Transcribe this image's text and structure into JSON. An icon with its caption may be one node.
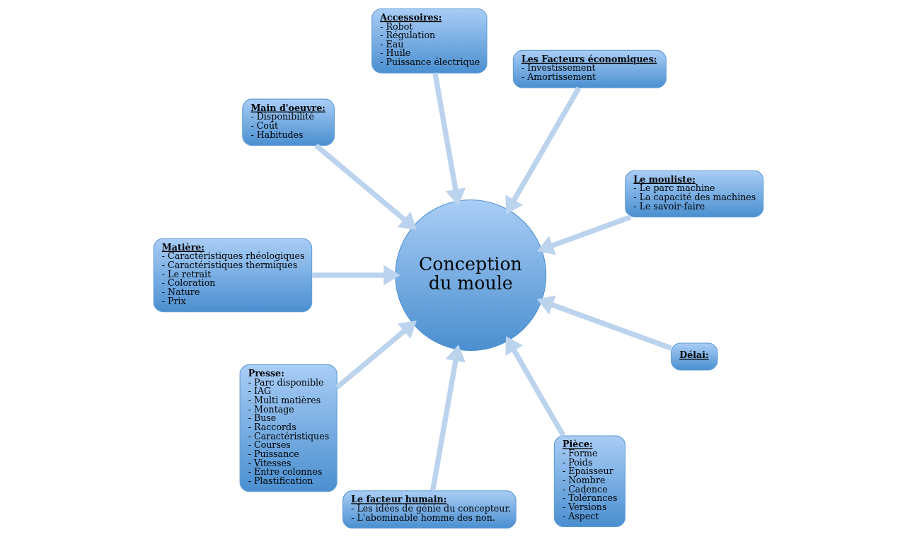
{
  "diagram": {
    "nodes": [
      {
        "text": [
          "Le mouliste:",
          "- Le parc machine",
          "- La capacité des machines",
          "- Le savoir-faire"
        ]
      },
      {
        "text": [
          "Les Facteurs économiques:",
          "- Investissement",
          "- Amortissement"
        ]
      },
      {
        "text": [
          "Accessoires:",
          "- Robot",
          "- Régulation",
          "- Eau",
          "- Huile",
          "- Puissance électrique"
        ]
      },
      {
        "text": [
          "Main d'oeuvre:",
          "- Disponibilité",
          "- Coût",
          "- Habitudes"
        ]
      },
      {
        "text": [
          "Matière:",
          "- Caractéristiques rhéologiques",
          "- Caractéristiques thermiques",
          "- Le retrait",
          "- Coloration",
          "- Nature",
          "- Prix"
        ]
      },
      {
        "text": [
          "Presse:",
          "- Parc disponible",
          "- IAG",
          "- Multi matières",
          "- Montage",
          "- Buse",
          "- Raccords",
          "- Caractéristiques",
          "- Courses",
          "- Puissance",
          "- Vitesses",
          "- Entre colonnes",
          "- Plastification"
        ]
      },
      {
        "text": [
          "Le facteur humain:",
          "- Les idées de génie du concepteur.",
          "- L'abominable homme des non."
        ]
      },
      {
        "text": [
          "Pièce:",
          "- Forme",
          "- Poids",
          "- Epaisseur",
          "- Nombre",
          "- Cadence",
          "- Tolérances",
          "- Versions",
          "- Aspect"
        ]
      },
      {
        "text": [
          "Conception du moule"
        ]
      },
      {
        "text": [
          "Délai:"
        ]
      }
    ],
    "edges": [
      {
        "from": 0,
        "to": 8,
        "arrow": "to"
      },
      {
        "from": 1,
        "to": 8,
        "arrow": "to"
      },
      {
        "from": 2,
        "to": 8,
        "arrow": "to"
      },
      {
        "from": 3,
        "to": 8,
        "arrow": "to"
      },
      {
        "from": 4,
        "to": 8,
        "arrow": "to"
      },
      {
        "from": 5,
        "to": 8,
        "arrow": "to"
      },
      {
        "from": 6,
        "to": 8,
        "arrow": "to"
      },
      {
        "from": 7,
        "to": 8,
        "arrow": "to"
      },
      {
        "from": 9,
        "to": 8,
        "arrow": "to"
      }
    ]
  }
}
